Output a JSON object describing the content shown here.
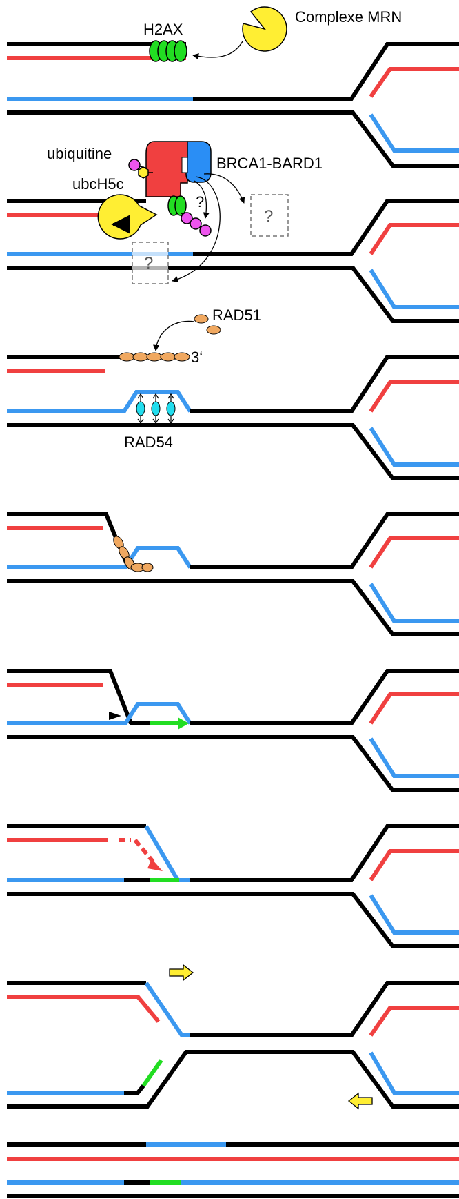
{
  "figure": {
    "panels": [
      {
        "id": 1,
        "labels": {
          "h2ax": "H2AX",
          "mrn": "Complexe MRN"
        }
      },
      {
        "id": 2,
        "labels": {
          "ubiquitine": "ubiquitine",
          "ubch5c": "ubcH5c",
          "brca": "BRCA1-BARD1",
          "q_a": "?",
          "q_b": "?",
          "q_c": "?"
        }
      },
      {
        "id": 3,
        "labels": {
          "rad51": "RAD51",
          "three_prime": "3‘",
          "rad54": "RAD54"
        }
      },
      {
        "id": 4,
        "labels": {}
      },
      {
        "id": 5,
        "labels": {}
      },
      {
        "id": 6,
        "labels": {}
      },
      {
        "id": 7,
        "labels": {}
      },
      {
        "id": 8,
        "labels": {}
      }
    ],
    "colors": {
      "strand_black": "#000000",
      "strand_red": "#f04040",
      "strand_blue": "#3b98f0",
      "new_synthesis_green": "#22dd22",
      "mrn_yellow": "#ffee33",
      "h2ax_green": "#22dd22",
      "brca1_red": "#f04040",
      "bard1_blue": "#2a8ef5",
      "ubiquitin_magenta": "#ee55ee",
      "rad51_orange": "#f0a860",
      "rad54_cyan": "#22ddee"
    }
  }
}
